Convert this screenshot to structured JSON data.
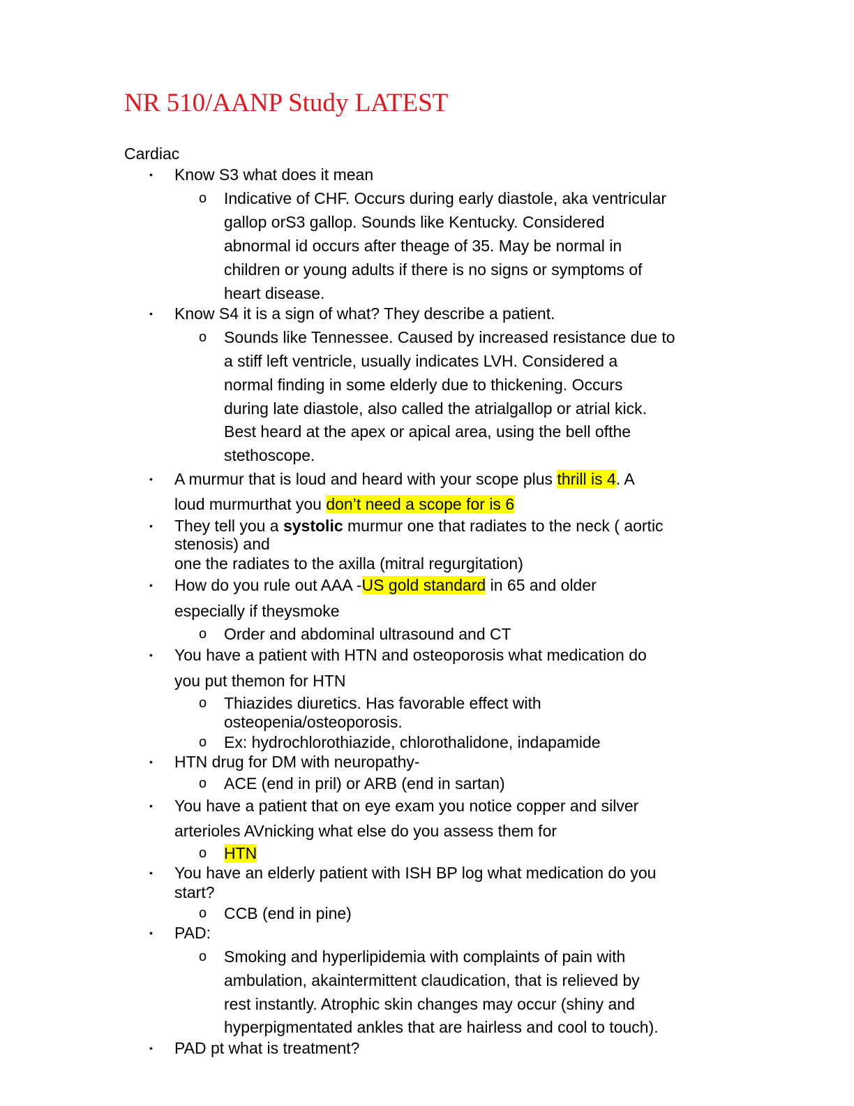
{
  "title": "NR 510/AANP Study LATEST",
  "section": "Cardiac",
  "bullet_glyph": "•",
  "sub_glyph": "o",
  "items": [
    {
      "main": [
        "Know S3 what does it mean"
      ],
      "sub": [
        [
          "Indicative of CHF. Occurs during early diastole, aka ventricular",
          "gallop orS3 gallop. Sounds like Kentucky. Considered",
          "abnormal id occurs after theage of 35. May be normal in",
          "children or young adults if there is no signs or symptoms of",
          "heart disease."
        ]
      ]
    },
    {
      "main": [
        "Know S4 it is a sign of what? They describe a patient."
      ],
      "sub": [
        [
          "Sounds like Tennessee. Caused by increased resistance due to",
          "a stiff left ventricle, usually indicates LVH. Considered a",
          "normal finding in some elderly due to thickening. Occurs",
          "during late diastole, also called the atrialgallop or atrial kick.",
          "Best heard at the apex or apical area, using the bell ofthe",
          "stethoscope."
        ]
      ]
    },
    {
      "main_parts": [
        [
          "A murmur that is loud and heard with your scope plus ",
          "thrill is 4",
          ". A"
        ],
        [
          "loud murmurthat you ",
          "don’t need a scope for is 6",
          ""
        ]
      ]
    },
    {
      "main_parts": [
        [
          "They tell you a ",
          "systolic",
          " murmur one that radiates to the neck ( aortic"
        ],
        [
          "stenosis) and"
        ],
        [
          "one the radiates to the axilla (mitral regurgitation)"
        ]
      ]
    },
    {
      "main_parts": [
        [
          "How do you rule out AAA -",
          "US gold standard",
          " in 65 and older"
        ],
        [
          "especially if theysmoke"
        ]
      ],
      "sub": [
        [
          "Order and abdominal ultrasound and CT"
        ]
      ]
    },
    {
      "main": [
        "You have a patient with HTN and osteoporosis what medication do",
        "you put themon for HTN"
      ],
      "sub": [
        [
          "Thiazides diuretics. Has favorable effect with",
          "osteopenia/osteoporosis."
        ],
        [
          "Ex: hydrochlorothiazide, chlorothalidone, indapamide"
        ]
      ]
    },
    {
      "main": [
        "HTN drug for DM with neuropathy-"
      ],
      "sub": [
        [
          "ACE (end in pril) or ARB (end in sartan)"
        ]
      ]
    },
    {
      "main": [
        "You have a patient that on eye exam you notice copper and silver",
        "arterioles AVnicking what else do you assess them for"
      ],
      "sub": [
        [
          "HTN"
        ]
      ]
    },
    {
      "main": [
        "You have an elderly patient with ISH BP log what medication do you",
        "start?"
      ],
      "sub": [
        [
          "CCB (end in pine)"
        ]
      ]
    },
    {
      "main": [
        "PAD:"
      ],
      "sub": [
        [
          "Smoking and hyperlipidemia with complaints of pain with",
          "ambulation, akaintermittent claudication, that is relieved by",
          "rest instantly. Atrophic skin changes may occur (shiny and",
          "hyperpigmentated ankles that are hairless and cool to touch)."
        ]
      ]
    },
    {
      "main": [
        "PAD pt what is treatment?"
      ]
    }
  ]
}
